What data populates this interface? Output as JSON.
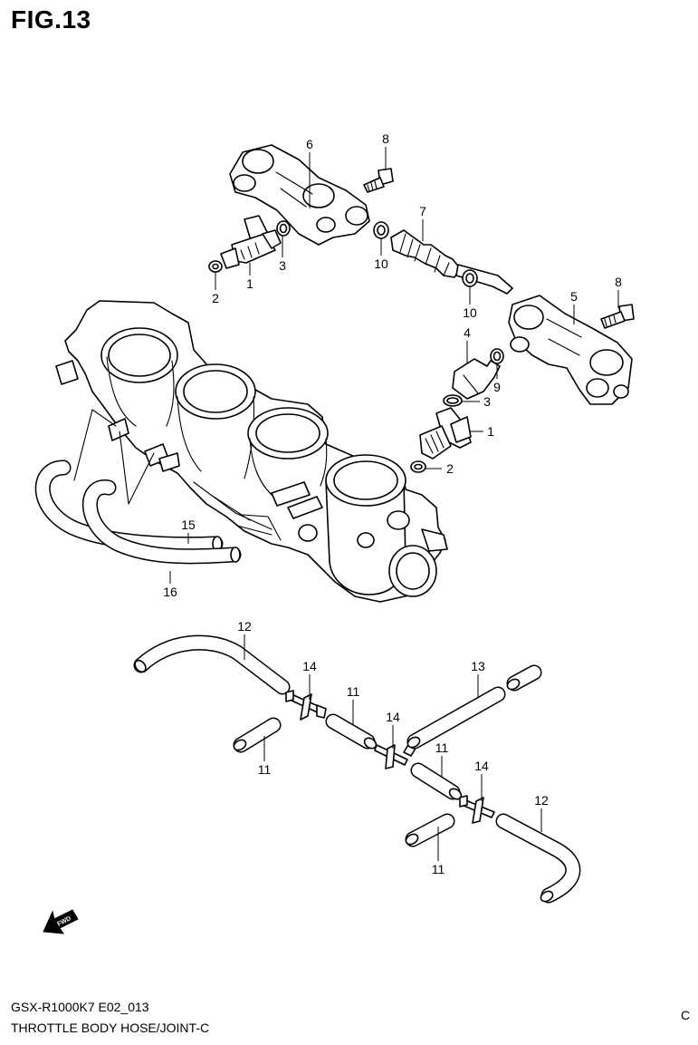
{
  "figure": {
    "title": "FIG.13"
  },
  "callouts": [
    "1",
    "1",
    "2",
    "2",
    "3",
    "3",
    "4",
    "5",
    "6",
    "7",
    "8",
    "8",
    "9",
    "10",
    "10",
    "11",
    "11",
    "11",
    "11",
    "12",
    "12",
    "13",
    "14",
    "14",
    "14",
    "15",
    "16"
  ],
  "fwd_label": "FWD",
  "footer": {
    "model_code": "GSX-R1000K7 E02_013",
    "diagram_title": "THROTTLE BODY HOSE/JOINT-C",
    "edge_mark": "C"
  }
}
